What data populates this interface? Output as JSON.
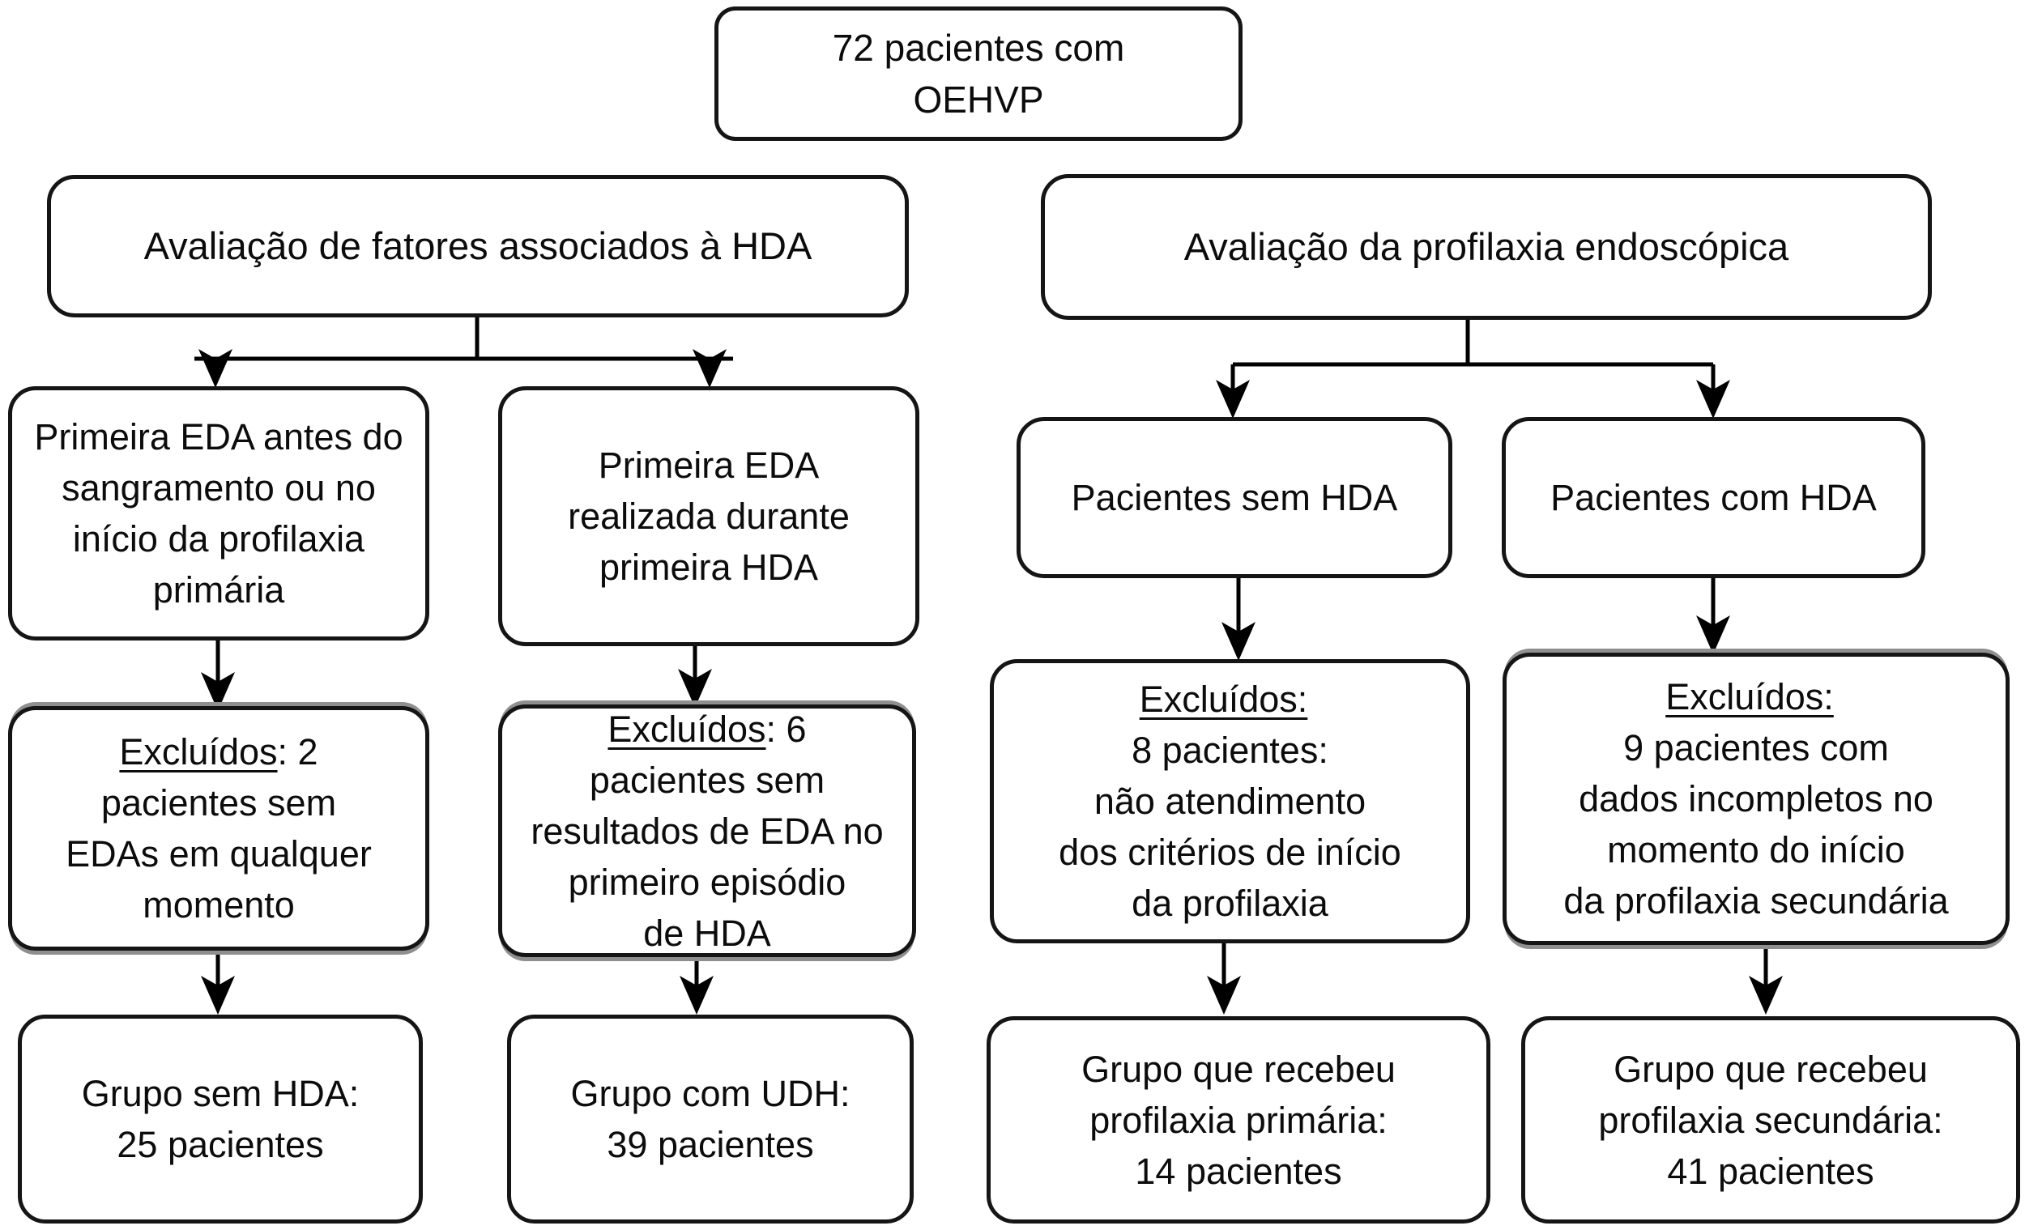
{
  "colors": {
    "line": "#000000",
    "border": "#151515",
    "text": "#0c0c0c",
    "background": "#ffffff",
    "excluded_shadow": "#8f8f8f"
  },
  "nodes": {
    "total": {
      "lines": [
        "72 pacientes com",
        "OEHVP"
      ]
    },
    "left_branch": {
      "lines": [
        "Avaliação de fatores associados à HDA"
      ]
    },
    "right_branch": {
      "lines": [
        "Avaliação da profilaxia endoscópica"
      ]
    },
    "eda_before": {
      "lines": [
        "Primeira EDA antes do",
        "sangramento ou no",
        "início da profilaxia",
        "primária"
      ]
    },
    "eda_during": {
      "lines": [
        "Primeira EDA",
        "realizada durante",
        "primeira HDA"
      ]
    },
    "sem_hda": {
      "lines": [
        "Pacientes sem HDA"
      ]
    },
    "com_hda": {
      "lines": [
        "Pacientes com HDA"
      ]
    },
    "excl_sem_eda": {
      "underline": "Excluídos",
      "lines": [
        "Excluídos: 2",
        "pacientes sem",
        "EDAs em qualquer",
        "momento"
      ]
    },
    "excl_sem_resultado": {
      "underline": "Excluídos",
      "lines": [
        "Excluídos: 6",
        "pacientes sem",
        "resultados de EDA no",
        "primeiro episódio",
        "de HDA"
      ]
    },
    "excl_criterios": {
      "underline": "Excluídos:",
      "lines": [
        "Excluídos:",
        "8 pacientes:",
        "não atendimento",
        "dos critérios de início",
        "da profilaxia"
      ]
    },
    "excl_dados": {
      "underline": "Excluídos:",
      "lines": [
        "Excluídos:",
        "9 pacientes com",
        "dados incompletos no",
        "momento do início",
        "da profilaxia secundária"
      ]
    },
    "grupo_sem_hda": {
      "lines": [
        "Grupo sem HDA:",
        "25 pacientes"
      ]
    },
    "grupo_udh": {
      "lines": [
        "Grupo com UDH:",
        "39 pacientes"
      ]
    },
    "grupo_prof_primaria": {
      "lines": [
        "Grupo que recebeu",
        "profilaxia primária:",
        "14 pacientes"
      ]
    },
    "grupo_prof_secundaria": {
      "lines": [
        "Grupo que recebeu",
        "profilaxia secundária:",
        "41 pacientes"
      ]
    }
  }
}
